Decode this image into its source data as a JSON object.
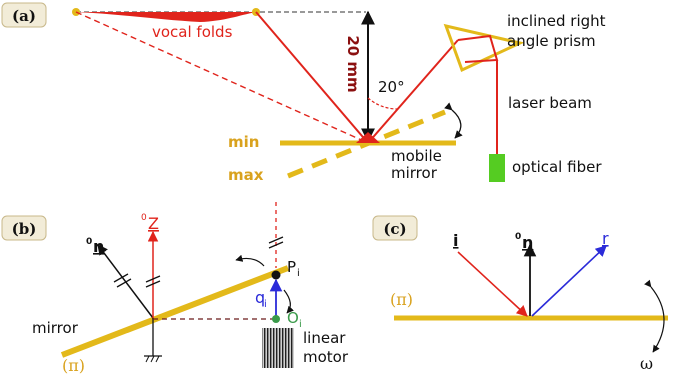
{
  "colors": {
    "red": "#e0241c",
    "gold": "#e3b91a",
    "label_gold": "#d9a21e",
    "dark": "#111111",
    "blue": "#2b2bd9",
    "green": "#55cc22",
    "grey": "#3a3a3a"
  },
  "panel_a": {
    "tag": "(a)",
    "vocal_folds": "vocal folds",
    "distance": "20 mm",
    "angle": "20°",
    "prism": [
      "inclined right",
      "angle prism"
    ],
    "laser": "laser beam",
    "min": "min",
    "max": "max",
    "mirror": [
      "mobile",
      "mirror"
    ],
    "fiber": "optical fiber"
  },
  "panel_b": {
    "tag": "(b)",
    "normal_pre": "0",
    "normal": "n",
    "z_pre": "0",
    "z": "Z",
    "point_p": "P",
    "point_p_sub": "i",
    "q": "q",
    "q_sub": "i",
    "point_o": "O",
    "point_o_sub": "i",
    "mirror": "mirror",
    "plane": "(π)",
    "motor": [
      "linear",
      "motor"
    ]
  },
  "panel_c": {
    "tag": "(c)",
    "incident": "i",
    "normal_pre": "0",
    "normal": "n",
    "reflected": "r",
    "plane": "(π)",
    "omega": "ω"
  }
}
